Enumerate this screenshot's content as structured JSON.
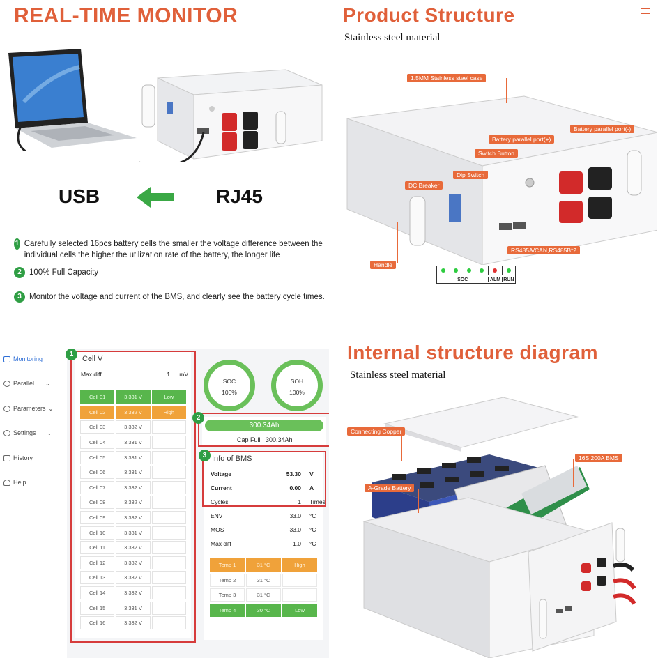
{
  "q1": {
    "title": "REAL-TIME MONITOR",
    "usb_label": "USB",
    "rj45_label": "RJ45",
    "features": [
      {
        "num": "1",
        "text": "Carefully selected 16pcs battery cells the smaller the voltage difference between the individual cells the higher the utilization rate of the battery, the longer life"
      },
      {
        "num": "2",
        "text": "100% Full Capacity"
      },
      {
        "num": "3",
        "text": "Monitor the voltage and current of the BMS, and clearly see the battery cycle times."
      }
    ]
  },
  "q2": {
    "title": "Product Structure",
    "subtitle": "Stainless steel material",
    "tags": {
      "case": "1.5MM Stainless steel case",
      "parallel_plus": "Battery parallel port(+)",
      "parallel_minus": "Battery parallel port(-)",
      "switch": "Switch Button",
      "dip": "Dip Switch",
      "breaker": "DC Breaker",
      "rs485": "RS485A/CAN,RS485B*2",
      "handle": "Handle"
    },
    "indicator": {
      "soc": "SOC",
      "alm": "ALM",
      "run": "RUN"
    }
  },
  "q3": {
    "nav": [
      {
        "label": "Monitoring",
        "icon": "monitor-icon"
      },
      {
        "label": "Parallel",
        "icon": "eye-icon"
      },
      {
        "label": "Parameters",
        "icon": "gauge-icon"
      },
      {
        "label": "Settings",
        "icon": "gear-icon"
      },
      {
        "label": "History",
        "icon": "folder-icon"
      },
      {
        "label": "Help",
        "icon": "headset-icon"
      }
    ],
    "cellv": {
      "title": "Cell V",
      "max_diff_label": "Max diff",
      "max_diff_value": "1",
      "max_diff_unit": "mV",
      "cells": [
        {
          "name": "Cell 01",
          "v": "3.331 V",
          "status": "Low",
          "state": "green"
        },
        {
          "name": "Cell 02",
          "v": "3.332 V",
          "status": "High",
          "state": "orange"
        },
        {
          "name": "Cell 03",
          "v": "3.332 V",
          "status": "",
          "state": ""
        },
        {
          "name": "Cell 04",
          "v": "3.331 V",
          "status": "",
          "state": ""
        },
        {
          "name": "Cell 05",
          "v": "3.331 V",
          "status": "",
          "state": ""
        },
        {
          "name": "Cell 06",
          "v": "3.331 V",
          "status": "",
          "state": ""
        },
        {
          "name": "Cell 07",
          "v": "3.332 V",
          "status": "",
          "state": ""
        },
        {
          "name": "Cell 08",
          "v": "3.332 V",
          "status": "",
          "state": ""
        },
        {
          "name": "Cell 09",
          "v": "3.332 V",
          "status": "",
          "state": ""
        },
        {
          "name": "Cell 10",
          "v": "3.331 V",
          "status": "",
          "state": ""
        },
        {
          "name": "Cell 11",
          "v": "3.332 V",
          "status": "",
          "state": ""
        },
        {
          "name": "Cell 12",
          "v": "3.332 V",
          "status": "",
          "state": ""
        },
        {
          "name": "Cell 13",
          "v": "3.332 V",
          "status": "",
          "state": ""
        },
        {
          "name": "Cell 14",
          "v": "3.332 V",
          "status": "",
          "state": ""
        },
        {
          "name": "Cell 15",
          "v": "3.331 V",
          "status": "",
          "state": ""
        },
        {
          "name": "Cell 16",
          "v": "3.332 V",
          "status": "",
          "state": ""
        }
      ]
    },
    "soc": {
      "label": "SOC",
      "value": "100%"
    },
    "soh": {
      "label": "SOH",
      "value": "100%"
    },
    "capacity": {
      "bar": "300.34Ah",
      "cap_full_label": "Cap Full",
      "cap_full_value": "300.34Ah"
    },
    "bms": {
      "title": "Info of BMS",
      "rows": [
        {
          "k": "Voltage",
          "v": "53.30",
          "u": "V",
          "bold": true
        },
        {
          "k": "Current",
          "v": "0.00",
          "u": "A",
          "bold": true
        },
        {
          "k": "Cycles",
          "v": "1",
          "u": "Times",
          "bold": false
        },
        {
          "k": "ENV",
          "v": "33.0",
          "u": "°C",
          "bold": false
        },
        {
          "k": "MOS",
          "v": "33.0",
          "u": "°C",
          "bold": false
        },
        {
          "k": "Max diff",
          "v": "1.0",
          "u": "°C",
          "bold": false
        }
      ]
    },
    "temps": [
      {
        "name": "Temp 1",
        "v": "31 °C",
        "status": "High",
        "state": "orange"
      },
      {
        "name": "Temp 2",
        "v": "31 °C",
        "status": "",
        "state": ""
      },
      {
        "name": "Temp 3",
        "v": "31 °C",
        "status": "",
        "state": ""
      },
      {
        "name": "Temp 4",
        "v": "30 °C",
        "status": "Low",
        "state": "green"
      }
    ],
    "badges": [
      "1",
      "2",
      "3"
    ]
  },
  "q4": {
    "title": "Internal structure diagram",
    "subtitle": "Stainless steel material",
    "tags": {
      "copper": "Connecting Copper",
      "bms": "16S 200A BMS",
      "battery": "A-Grade Battery"
    }
  },
  "colors": {
    "accent": "#e0603a",
    "green": "#2f9e44",
    "cell_green": "#58b64c",
    "cell_orange": "#f0a23a",
    "red_box": "#d63c3c"
  }
}
